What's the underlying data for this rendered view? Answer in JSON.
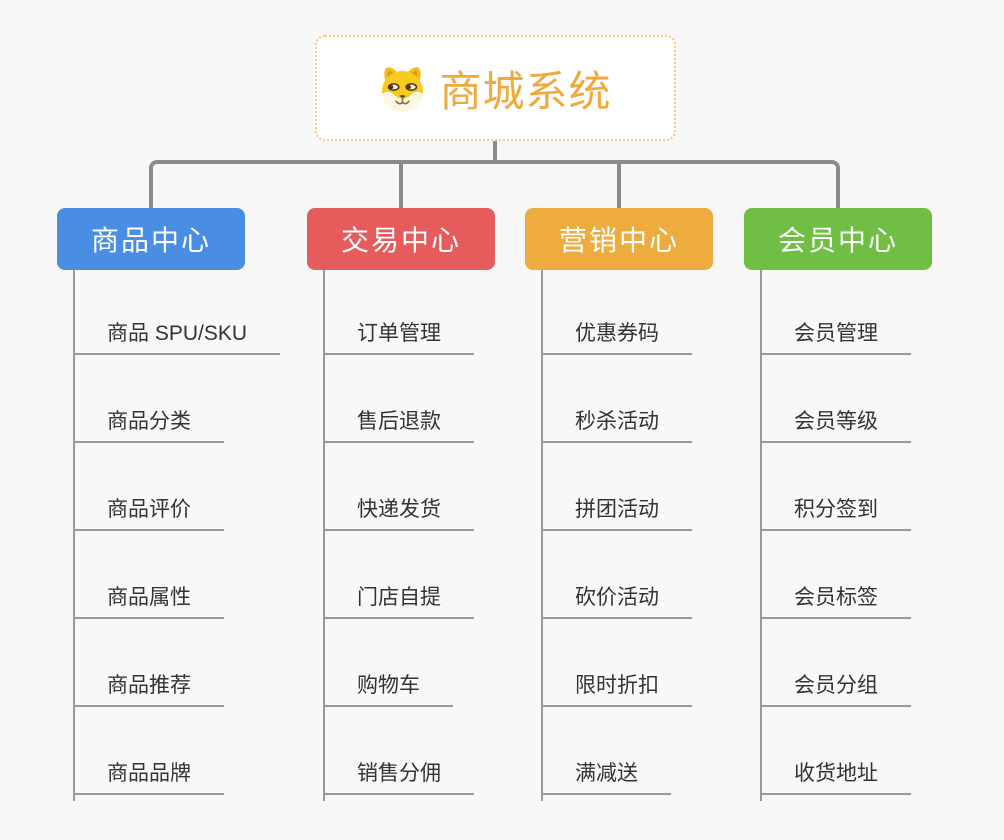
{
  "page": {
    "background": "#f8f8f8"
  },
  "root": {
    "title": "商城系统",
    "icon": "shiba-dog-face",
    "title_color": "#f2a93b",
    "border_color": "#f3c878"
  },
  "colors": {
    "connector": "#8c8c8c",
    "item_line": "#999999",
    "item_text": "#333333"
  },
  "branches": [
    {
      "label": "商品中心",
      "color": "#4a8ee4",
      "children": [
        "商品 SPU/SKU",
        "商品分类",
        "商品评价",
        "商品属性",
        "商品推荐",
        "商品品牌"
      ]
    },
    {
      "label": "交易中心",
      "color": "#e65c5c",
      "children": [
        "订单管理",
        "售后退款",
        "快递发货",
        "门店自提",
        "购物车",
        "销售分佣"
      ]
    },
    {
      "label": "营销中心",
      "color": "#eeac3e",
      "children": [
        "优惠券码",
        "秒杀活动",
        "拼团活动",
        "砍价活动",
        "限时折扣",
        "满减送"
      ]
    },
    {
      "label": "会员中心",
      "color": "#70be44",
      "children": [
        "会员管理",
        "会员等级",
        "积分签到",
        "会员标签",
        "会员分组",
        "收货地址"
      ]
    }
  ]
}
